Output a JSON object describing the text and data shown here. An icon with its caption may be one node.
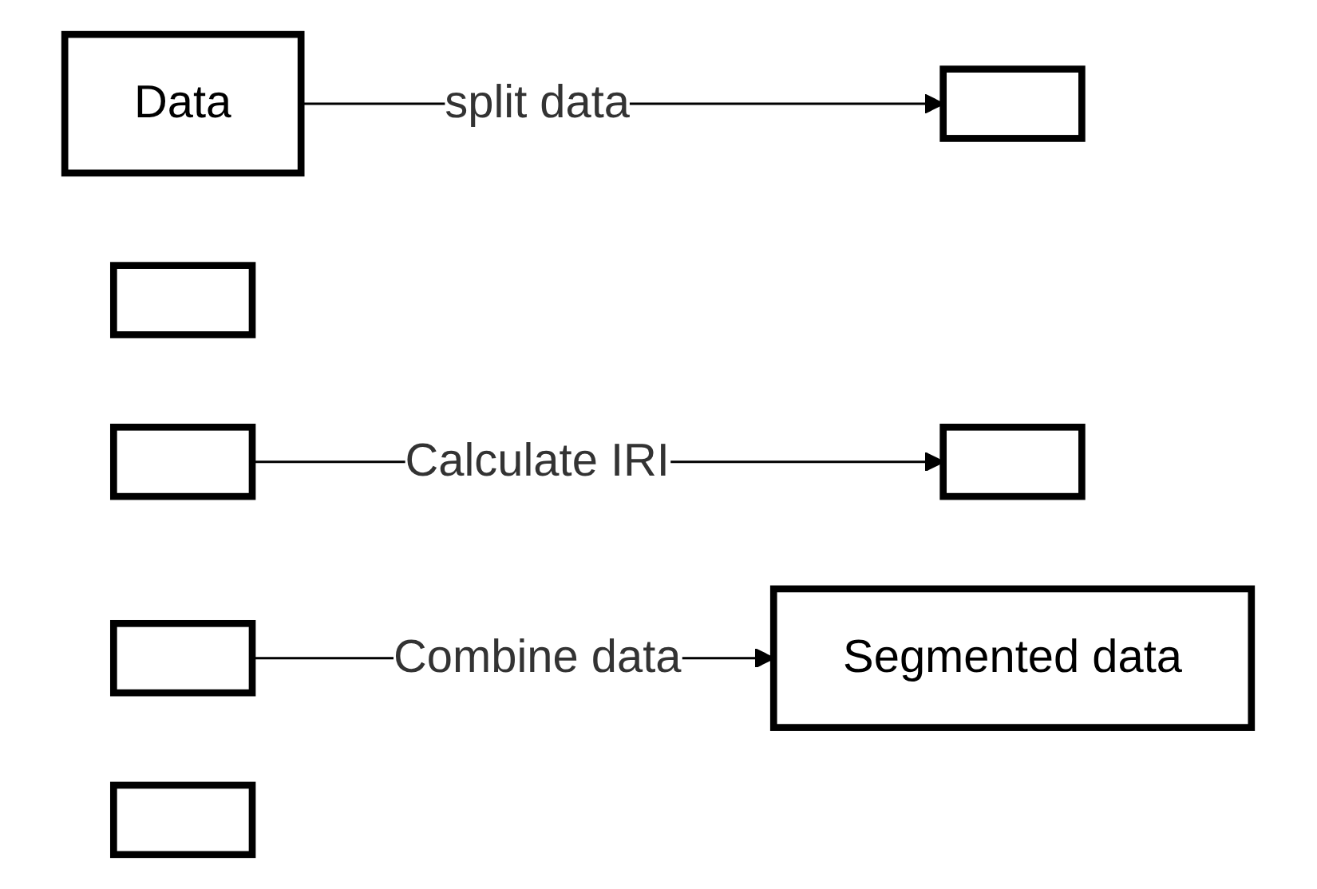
{
  "diagram": {
    "nodes": [
      {
        "text": [
          "Data"
        ]
      },
      {
        "text": [],
        "shape": "bar"
      },
      {
        "text": [],
        "shape": "bar"
      },
      {
        "text": [],
        "shape": "bar"
      },
      {
        "text": [],
        "shape": "bar"
      },
      {
        "text": [],
        "shape": "bar"
      },
      {
        "text": [],
        "shape": "bar"
      },
      {
        "text": [
          "Segmented data"
        ]
      }
    ],
    "edges": [
      {
        "from": 0,
        "to": 2,
        "arrow": "to",
        "label": "split data"
      },
      {
        "from": 3,
        "to": 4,
        "arrow": "to",
        "label": "Calculate IRI"
      },
      {
        "from": 5,
        "to": 7,
        "arrow": "to",
        "label": "Combine data"
      }
    ]
  }
}
